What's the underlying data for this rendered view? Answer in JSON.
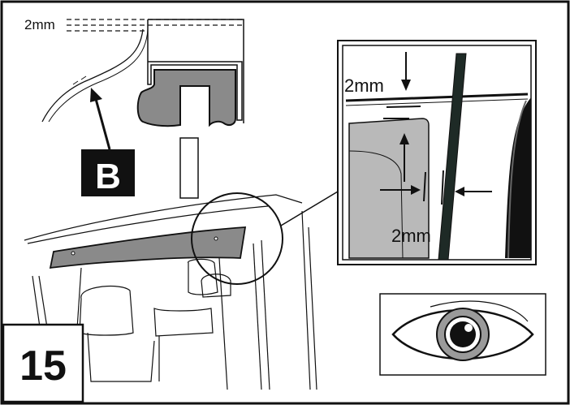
{
  "step": {
    "number": "15"
  },
  "labels": {
    "clearance_top": "2mm",
    "label_b": "B",
    "detail_top": "2mm",
    "detail_side": "2mm"
  },
  "colors": {
    "outline": "#111111",
    "part_fill": "#8a8a8a",
    "glass_fill": "#b9b9b9",
    "label_bg": "#111111"
  },
  "icons": [
    "eye-inspect-icon",
    "magnifier-circle"
  ]
}
